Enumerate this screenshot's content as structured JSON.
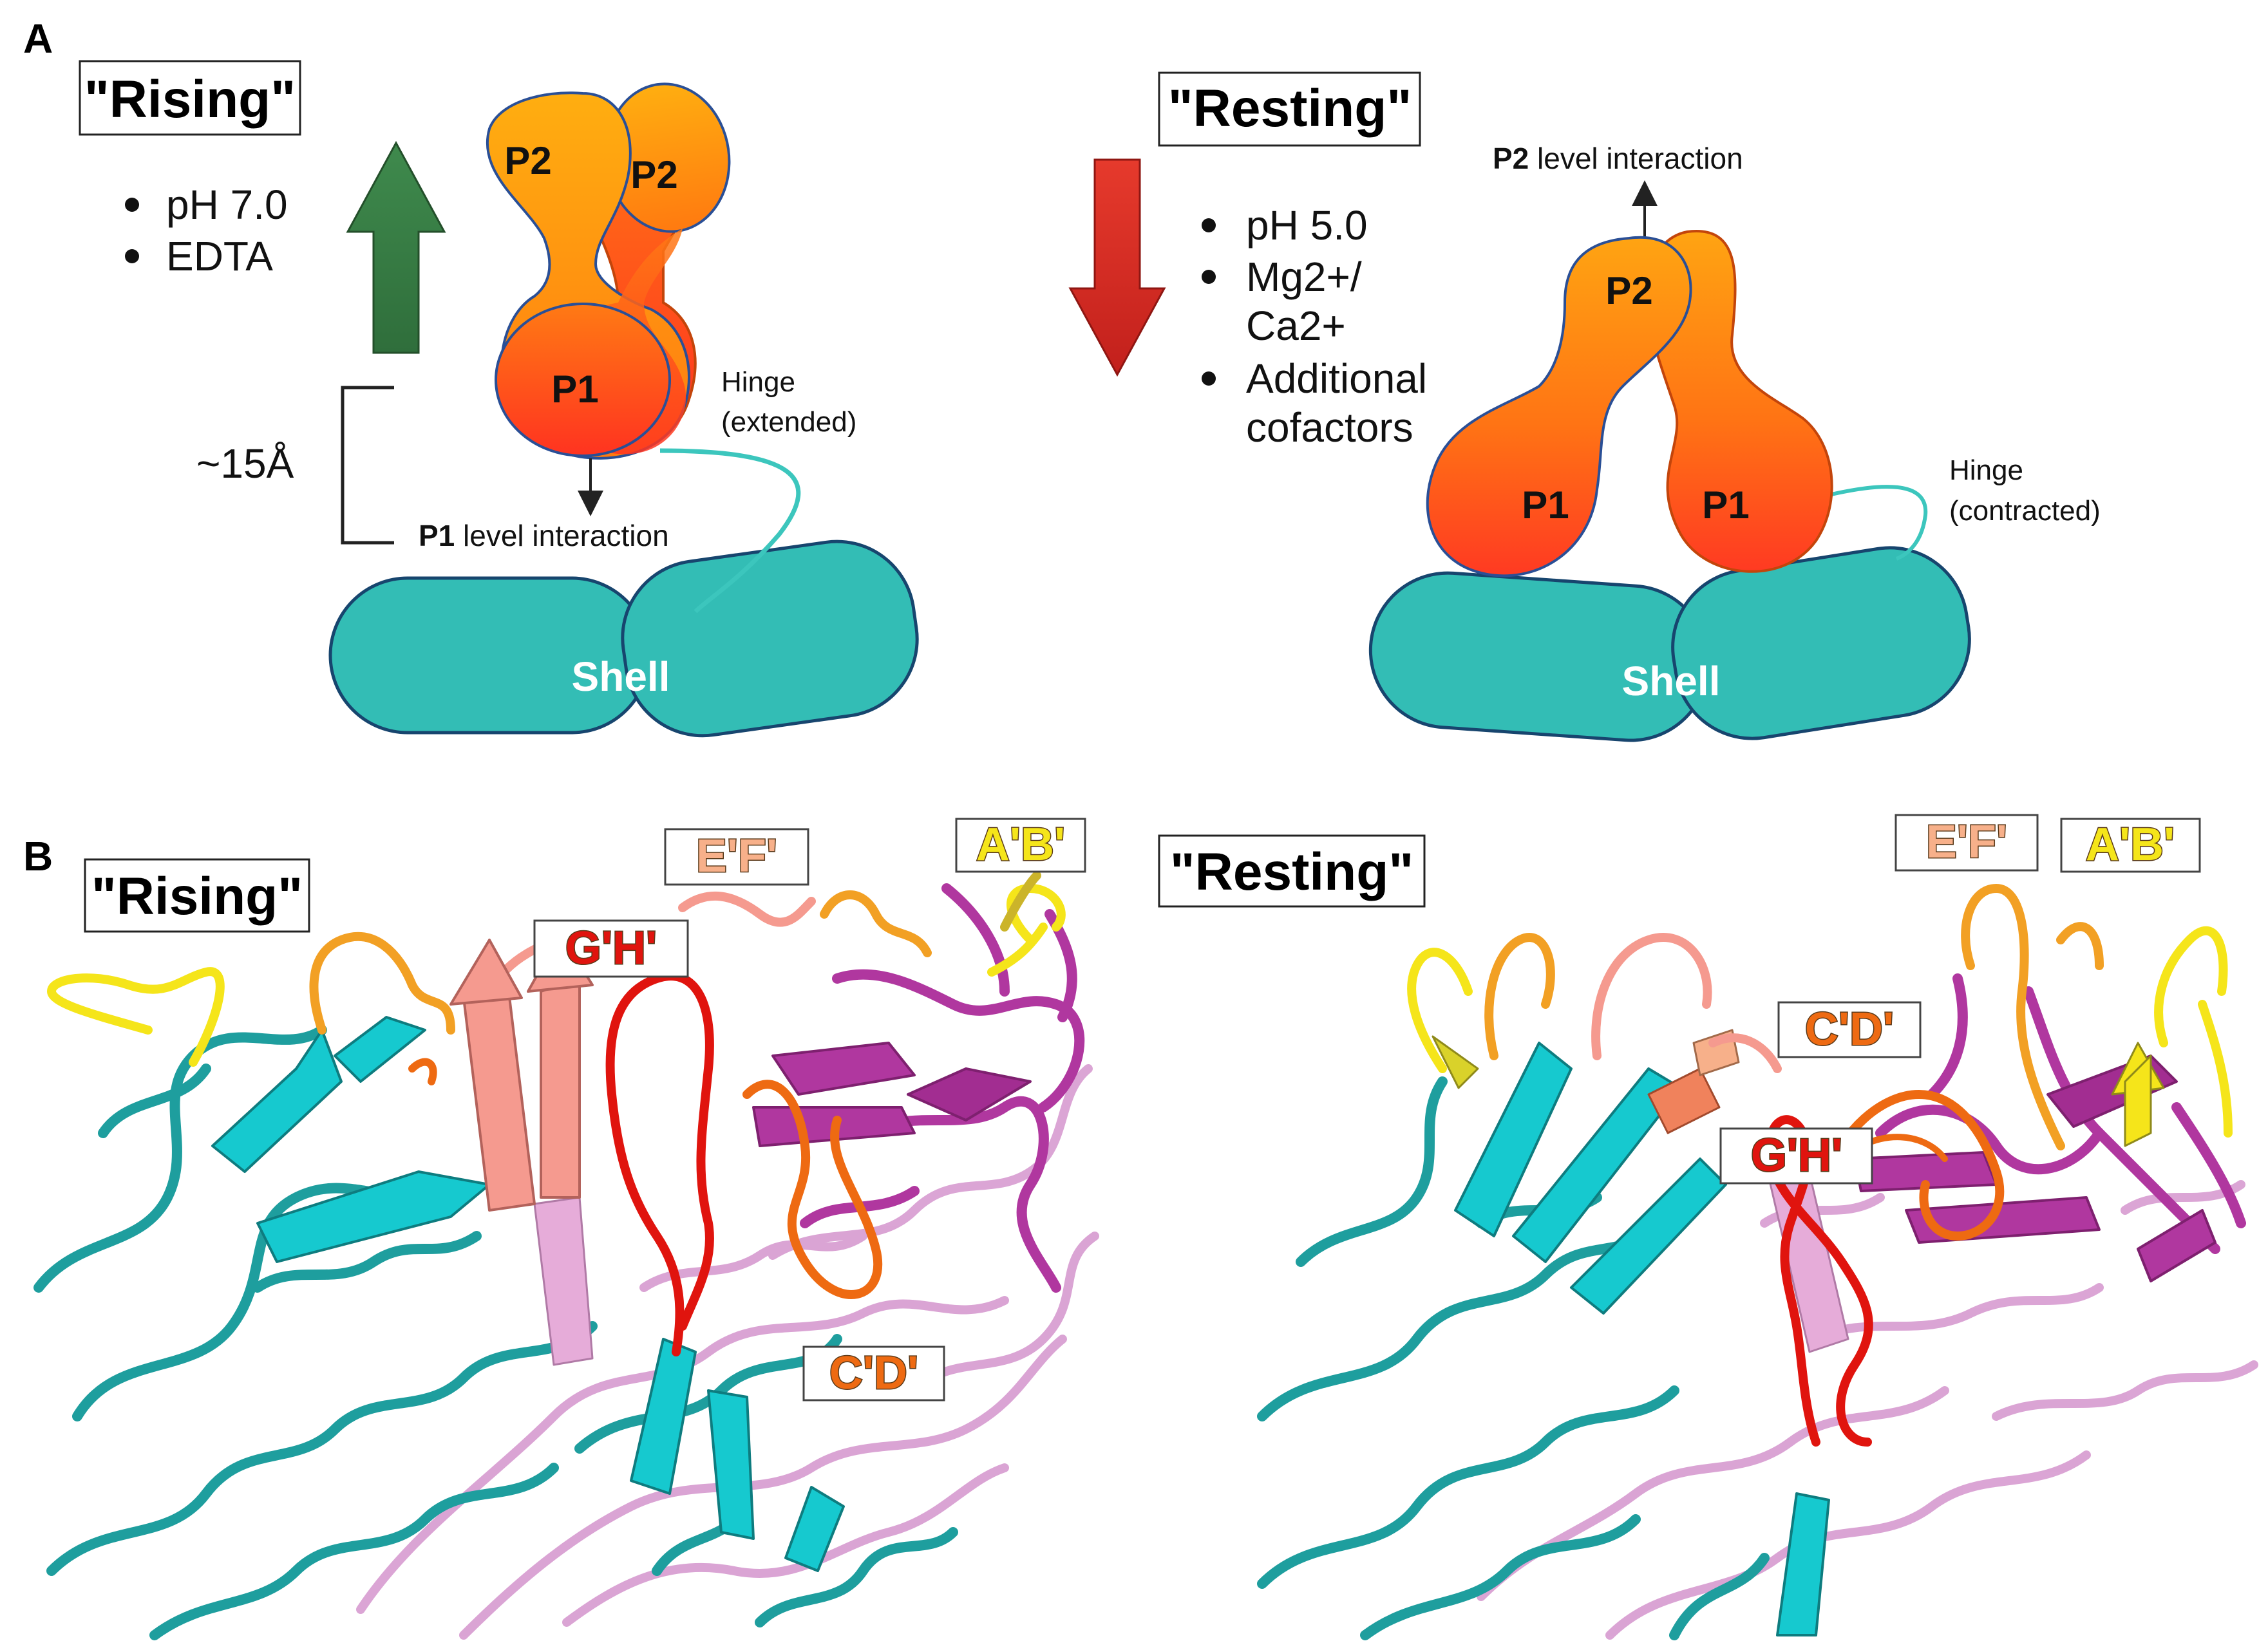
{
  "panel_a": {
    "letter": "A",
    "rising": {
      "title": "\"Rising\"",
      "bullets": [
        "pH 7.0",
        "EDTA"
      ],
      "p2_left": "P2",
      "p2_right": "P2",
      "p1": "P1",
      "hinge_line1": "Hinge",
      "hinge_line2": "(extended)",
      "distance": "~15Å",
      "interaction_bold": "P1",
      "interaction_text": " level interaction",
      "shell": "Shell"
    },
    "resting": {
      "title": "\"Resting\"",
      "bullets": [
        "pH 5.0",
        "Mg2+/",
        "Ca2+",
        "Additional",
        "cofactors"
      ],
      "p2": "P2",
      "p1_left": "P1",
      "p1_right": "P1",
      "hinge_line1": "Hinge",
      "hinge_line2": "(contracted)",
      "interaction_bold": "P2",
      "interaction_text": " level interaction",
      "shell": "Shell"
    }
  },
  "panel_b": {
    "letter": "B",
    "rising": {
      "title": "\"Rising\"",
      "loops": {
        "ef": "E'F'",
        "ab": "A'B'",
        "gh": "G'H'",
        "cd": "C'D'"
      }
    },
    "resting": {
      "title": "\"Resting\"",
      "loops": {
        "ef": "E'F'",
        "ab": "A'B'",
        "cd": "C'D'",
        "gh": "G'H'"
      }
    }
  },
  "colors": {
    "teal": "#1e9e9e",
    "cyan": "#16c9cf",
    "magenta": "#b0379f",
    "pink": "#d79bd0",
    "salmon": "#f59a8f",
    "red": "#e0140e",
    "orange": "#ee6a12",
    "yellow": "#f5e51a",
    "shell": "#33bdb5",
    "up_arrow": "#3a7d46",
    "down_arrow": "#d63026"
  }
}
